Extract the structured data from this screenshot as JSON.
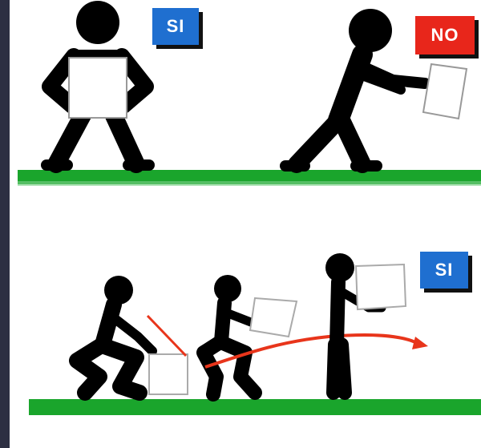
{
  "badges": {
    "top_left": {
      "label": "SI",
      "color": "#1f6fd0"
    },
    "top_right": {
      "label": "NO",
      "color": "#e8261b"
    },
    "bottom_right": {
      "label": "SI",
      "color": "#1f6fd0"
    }
  },
  "colors": {
    "ground": "#1aa52c",
    "figure": "#000000",
    "motion_arrow": "#e8351b",
    "background_frame": "#2d2f42",
    "panel": "#ffffff"
  },
  "icons": [
    "stick-figure",
    "box",
    "ground-line",
    "motion-arrow"
  ]
}
